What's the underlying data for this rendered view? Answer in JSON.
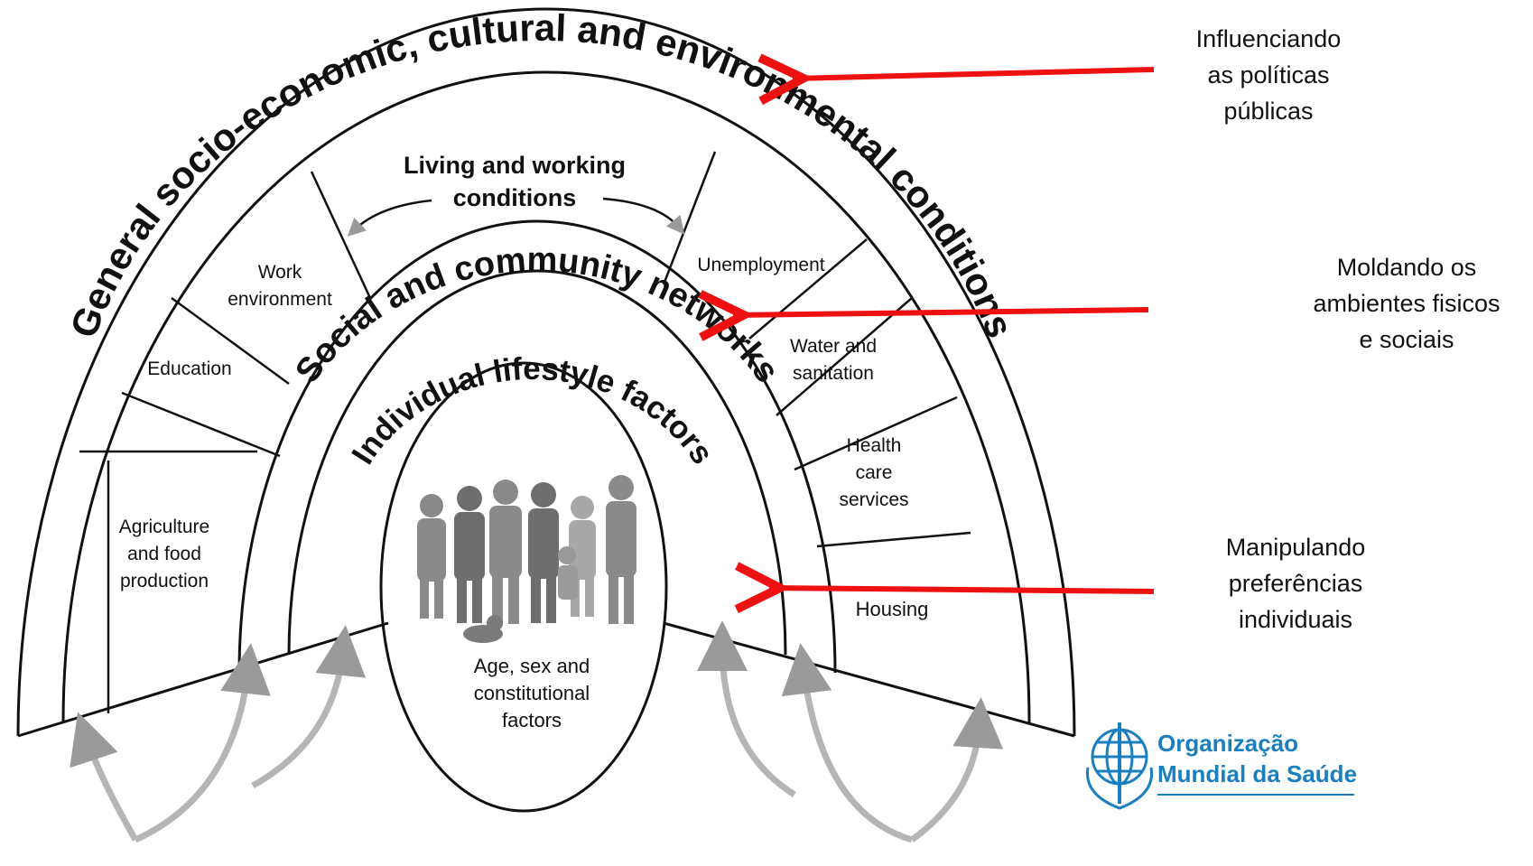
{
  "rings": {
    "outer": "General socio-economic, cultural and environmental conditions",
    "social": "Social and community networks",
    "individual": "Individual lifestyle factors"
  },
  "center": [
    "Age, sex and",
    "constitutional",
    "factors"
  ],
  "living_conditions": [
    "Living and working",
    "conditions"
  ],
  "sectors": {
    "agriculture": [
      "Agriculture",
      "and food",
      "production"
    ],
    "education": [
      "Education"
    ],
    "work": [
      "Work",
      "environment"
    ],
    "unemployment": [
      "Unemployment"
    ],
    "water": [
      "Water and",
      "sanitation"
    ],
    "health": [
      "Health",
      "care",
      "services"
    ],
    "housing": [
      "Housing"
    ]
  },
  "annotations": {
    "policies": [
      "Influenciando",
      "as políticas",
      "públicas"
    ],
    "environments": [
      "Moldando os",
      "ambientes fisicos",
      "e sociais"
    ],
    "preferences": [
      "Manipulando",
      "preferências",
      "individuais"
    ]
  },
  "logo": {
    "line1": "Organização",
    "line2": "Mundial da Saúde"
  },
  "colors": {
    "arrow": "#ee1111",
    "logo": "#1a7fc1",
    "ink": "#111111",
    "figures": "#8a8a8a"
  }
}
